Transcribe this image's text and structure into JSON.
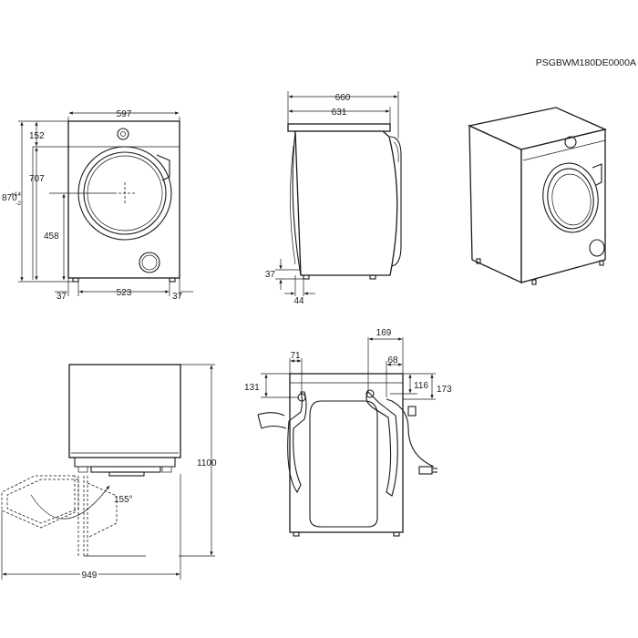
{
  "model_code": "PSGBWM180DE0000A",
  "front_view": {
    "width": "597",
    "top_offset": "152",
    "height_base": "870",
    "height_tol_plus": "+14",
    "height_tol_minus": "-2",
    "door_center_height": "707",
    "drum_center_height": "458",
    "foot_left": "37",
    "foot_span": "523",
    "foot_right": "37"
  },
  "side_view": {
    "total_depth": "660",
    "body_depth": "631",
    "bottom_height": "37",
    "foot_depth": "44"
  },
  "top_view": {
    "total_height": "1100",
    "door_angle": "155°",
    "door_clearance": "949"
  },
  "back_view": {
    "left_hose_offset": "71",
    "right_offset": "169",
    "cable_offset": "68",
    "left_hose_height": "131",
    "cable_height": "116",
    "right_hose_height": "173"
  }
}
